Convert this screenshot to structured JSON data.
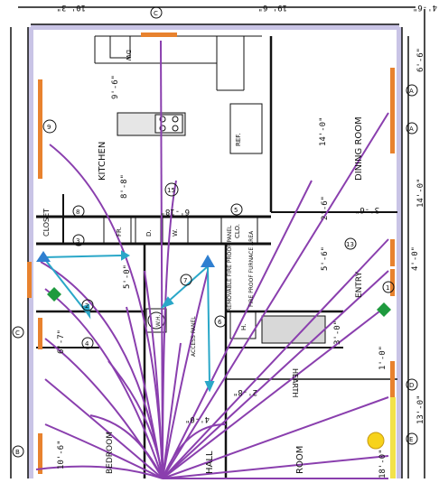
{
  "colors": {
    "wall": "#111111",
    "wall_highlight": "#c9c4e6",
    "window": "#e8822e",
    "window_yellow": "#f2e24a",
    "ray": "#8a3fae",
    "arrow": "#2aa7c8",
    "marker_blue": "#2f7fd0",
    "marker_green": "#1e9a3e",
    "marker_yellow": "#f7d31a"
  },
  "rooms": {
    "kitchen": "KITCHEN",
    "dining": "DINING ROOM",
    "entry": "ENTRY",
    "hall": "HALL",
    "room": "ROOM",
    "bedroom": "BEDROOM",
    "closet": "CLOSET",
    "hearth": "HEARTH",
    "dw": "DW",
    "ref": "REF.",
    "fr": "FR.",
    "d": "D.",
    "w": "W.",
    "clo": "CLO.",
    "wh": "W.H.",
    "h": "H."
  },
  "notes": {
    "fireproof": "FIRE PROOF FURNACE AREA",
    "removable": "REMOVABLE FIRE PROOF PANEL",
    "access": "ACCESS PANEL"
  },
  "dims": {
    "top1": "10'-3\"",
    "top2": "19'-6\"",
    "top3": "4'-6\"",
    "kitchen_h": "9'-6\"",
    "dining_h": "14'-0\"",
    "right1": "6'-6\"",
    "right2": "14'-0\"",
    "right3": "4'-0\"",
    "right4": "13'-0\"",
    "k2": "8'-8\"",
    "k3": "6'-18\"",
    "k4": "5'-0\"",
    "l1": "6'-7\"",
    "l2": "10'-6\"",
    "h1": "4'-0\"",
    "h2": "2'-8\"",
    "h3": "3'-0\"",
    "e1": "5'-6\"",
    "e2": "1'-0\"",
    "e3": "18'-0\"",
    "d1": "2'-6\"",
    "d2": "3'-6\""
  },
  "markers": {
    "a": "A",
    "b": "B",
    "c": "C",
    "d": "D",
    "e": "E",
    "n9": "9",
    "n15": "15",
    "n8": "8",
    "n3": "3",
    "n5": "5",
    "n6": "6",
    "n7": "7",
    "n13": "13",
    "n4": "4",
    "n1": "1",
    "n2": "2"
  }
}
